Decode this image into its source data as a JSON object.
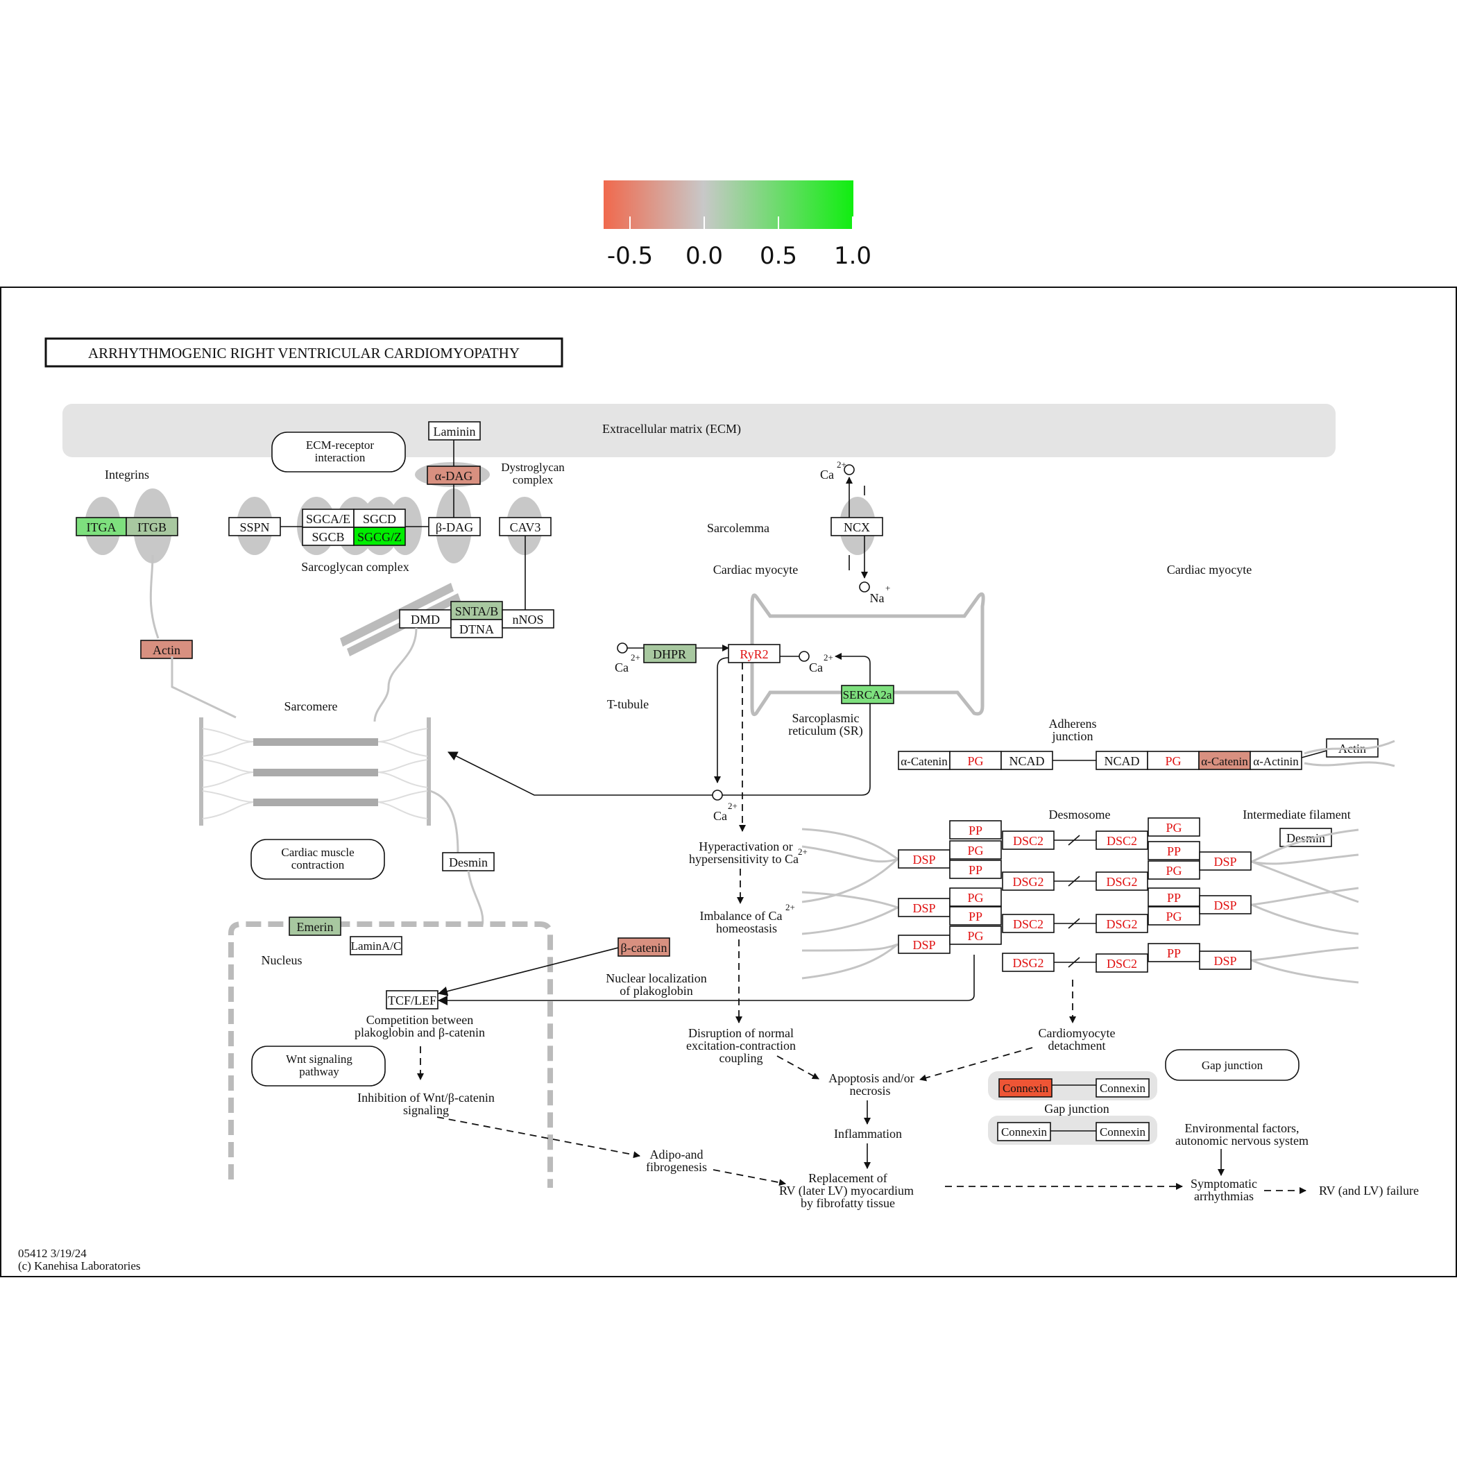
{
  "legend": {
    "ticks": [
      "-0.5",
      "0.0",
      "0.5",
      "1.0"
    ],
    "colors": {
      "low": "#f0694d",
      "mid": "#c8c8c8",
      "high": "#10ee10"
    }
  },
  "title": "ARRHYTHMOGENIC  RIGHT  VENTRICULAR  CARDIOMYOPATHY",
  "footer": {
    "code": "05412 3/19/24",
    "copyright": "(c) Kanehisa Laboratories"
  },
  "colors": {
    "up_strong": "#00ee00",
    "up_mid": "#7ee07e",
    "up_weak": "#a8c8a0",
    "down_weak": "#d89080",
    "down_strong": "#ee5535",
    "neutral": "#ffffff",
    "red_text": "#e01010"
  },
  "labels": {
    "ecm": "Extracellular matrix (ECM)",
    "ecm_receptor_1": "ECM-receptor",
    "ecm_receptor_2": "interaction",
    "integrins": "Integrins",
    "dystroglycan_1": "Dystroglycan",
    "dystroglycan_2": "complex",
    "sarcoglycan": "Sarcoglycan complex",
    "sarcolemma": "Sarcolemma",
    "cardiac_myocyte_1": "Cardiac myocyte",
    "cardiac_myocyte_2": "Cardiac myocyte",
    "sarcomere": "Sarcomere",
    "t_tubule": "T-tubule",
    "sr_1": "Sarcoplasmic",
    "sr_2": "reticulum (SR)",
    "adherens_1": "Adherens",
    "adherens_2": "junction",
    "desmosome": "Desmosome",
    "intermediate_filament": "Intermediate filament",
    "cardiac_contraction_1": "Cardiac muscle",
    "cardiac_contraction_2": "contraction",
    "nucleus": "Nucleus",
    "wnt_1": "Wnt signaling",
    "wnt_2": "pathway",
    "gap_junction_pill": "Gap junction",
    "gap_junction": "Gap junction",
    "ca": "Ca",
    "ca_sup": "2+",
    "na": "Na",
    "na_sup": "+"
  },
  "processes": {
    "hyperactivation_1": "Hyperactivation or",
    "hyperactivation_2": "hypersensitivity to Ca",
    "imbalance_1": "Imbalance of Ca",
    "imbalance_2": "homeostasis",
    "nuclear_loc_1": "Nuclear localization",
    "nuclear_loc_2": "of plakoglobin",
    "competition_1": "Competition between",
    "competition_2": "plakoglobin and β-catenin",
    "disruption_1": "Disruption of normal",
    "disruption_2": "excitation-contraction",
    "disruption_3": "coupling",
    "detachment_1": "Cardiomyocyte",
    "detachment_2": "detachment",
    "apoptosis_1": "Apoptosis and/or",
    "apoptosis_2": "necrosis",
    "inflammation": "Inflammation",
    "inhibition_1": "Inhibition of Wnt/β-catenin",
    "inhibition_2": "signaling",
    "adipo_1": "Adipo-and",
    "adipo_2": "fibrogenesis",
    "replacement_1": "Replacement of",
    "replacement_2": "RV (later LV) myocardium",
    "replacement_3": "by fibrofatty tissue",
    "environmental_1": "Environmental factors,",
    "environmental_2": "autonomic nervous system",
    "symptomatic_1": "Symptomatic",
    "symptomatic_2": "arrhythmias",
    "failure": "RV (and LV) failure"
  },
  "genes": {
    "laminin": "Laminin",
    "adag": "α-DAG",
    "bdag": "β-DAG",
    "itga": "ITGA",
    "itgb": "ITGB",
    "sspn": "SSPN",
    "sgcae": "SGCA/E",
    "sgcd": "SGCD",
    "sgcb": "SGCB",
    "sgcgz": "SGCG/Z",
    "cav3": "CAV3",
    "actin_left": "Actin",
    "dmd": "DMD",
    "snta": "SNTA/B",
    "dtna": "DTNA",
    "nnos": "nNOS",
    "ncx": "NCX",
    "dhpr": "DHPR",
    "ryr2": "RyR2",
    "serca2a": "SERCA2a",
    "desmin_left": "Desmin",
    "emerin": "Emerin",
    "lamin_ac": "LaminA/C",
    "bcatenin": "β-catenin",
    "tcf_lef": "TCF/LEF",
    "acat1": "α-Catenin",
    "pg1": "PG",
    "ncad1": "NCAD",
    "ncad2": "NCAD",
    "pg2": "PG",
    "acat2": "α-Catenin",
    "aactinin": "α-Actinin",
    "actin_right": "Actin",
    "desmin_right": "Desmin",
    "dsp_l1": "DSP",
    "dsp_l2": "DSP",
    "dsp_l3": "DSP",
    "pp_l1": "PP",
    "pg_l1": "PG",
    "pp_l2": "PP",
    "pg_l2": "PG",
    "pp_l3": "PP",
    "pg_l3": "PG",
    "dsc2_l1": "DSC2",
    "dsg2_l1": "DSG2",
    "dsc2_l2": "DSC2",
    "dsg2_l2": "DSG2",
    "dsc2_r1": "DSC2",
    "dsg2_r1": "DSG2",
    "dsg2_r2": "DSG2",
    "dsc2_r2": "DSC2",
    "pg_r1": "PG",
    "pp_r1": "PP",
    "pg_r2": "PG",
    "pp_r2": "PP",
    "pg_r3": "PG",
    "pp_r3": "PP",
    "dsp_r1": "DSP",
    "dsp_r2": "DSP",
    "dsp_r3": "DSP",
    "connexin_1": "Connexin",
    "connexin_2": "Connexin",
    "connexin_3": "Connexin",
    "connexin_4": "Connexin"
  }
}
